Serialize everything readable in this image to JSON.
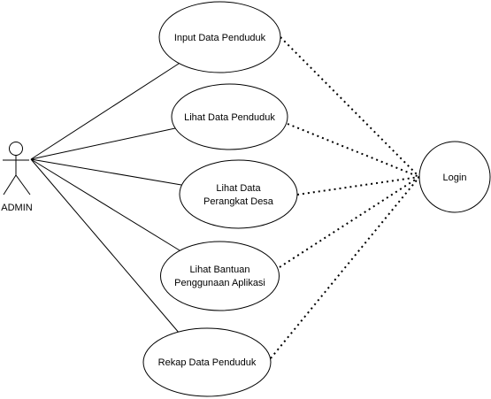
{
  "actor": {
    "name": "ADMIN"
  },
  "use_cases": [
    {
      "id": "input-data-penduduk",
      "lines": [
        "Input Data Penduduk"
      ]
    },
    {
      "id": "lihat-data-penduduk",
      "lines": [
        "Lihat Data Penduduk"
      ]
    },
    {
      "id": "lihat-data-perangkat-desa",
      "lines": [
        "Lihat Data",
        "Perangkat Desa"
      ]
    },
    {
      "id": "lihat-bantuan-penggunaan-aplikasi",
      "lines": [
        "Lihat Bantuan",
        "Penggunaan Aplikasi"
      ]
    },
    {
      "id": "rekap-data-penduduk",
      "lines": [
        "Rekap Data Penduduk"
      ]
    },
    {
      "id": "login",
      "lines": [
        "Login"
      ]
    }
  ],
  "colors": {
    "stroke": "#000000",
    "fill": "#ffffff",
    "background": "#ffffff"
  }
}
